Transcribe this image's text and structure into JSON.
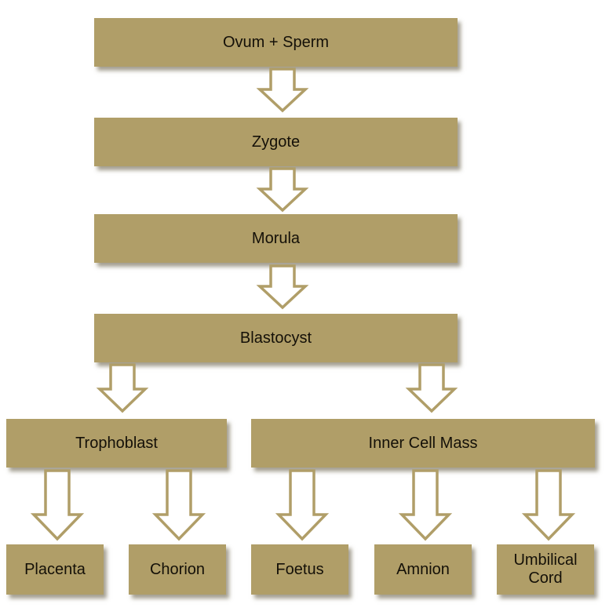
{
  "diagram": {
    "nodes": {
      "ovum_sperm": "Ovum + Sperm",
      "zygote": "Zygote",
      "morula": "Morula",
      "blastocyst": "Blastocyst",
      "trophoblast": "Trophoblast",
      "inner_cell_mass": "Inner Cell Mass",
      "placenta": "Placenta",
      "chorion": "Chorion",
      "foetus": "Foetus",
      "amnion": "Amnion",
      "umbilical_cord_line1": "Umbilical",
      "umbilical_cord_line2": "Cord"
    },
    "colors": {
      "box_fill": "#b09e68",
      "arrow_stroke": "#b09e68",
      "text": "#141008"
    },
    "arrow_icon": "hollow-down-arrow-icon"
  }
}
